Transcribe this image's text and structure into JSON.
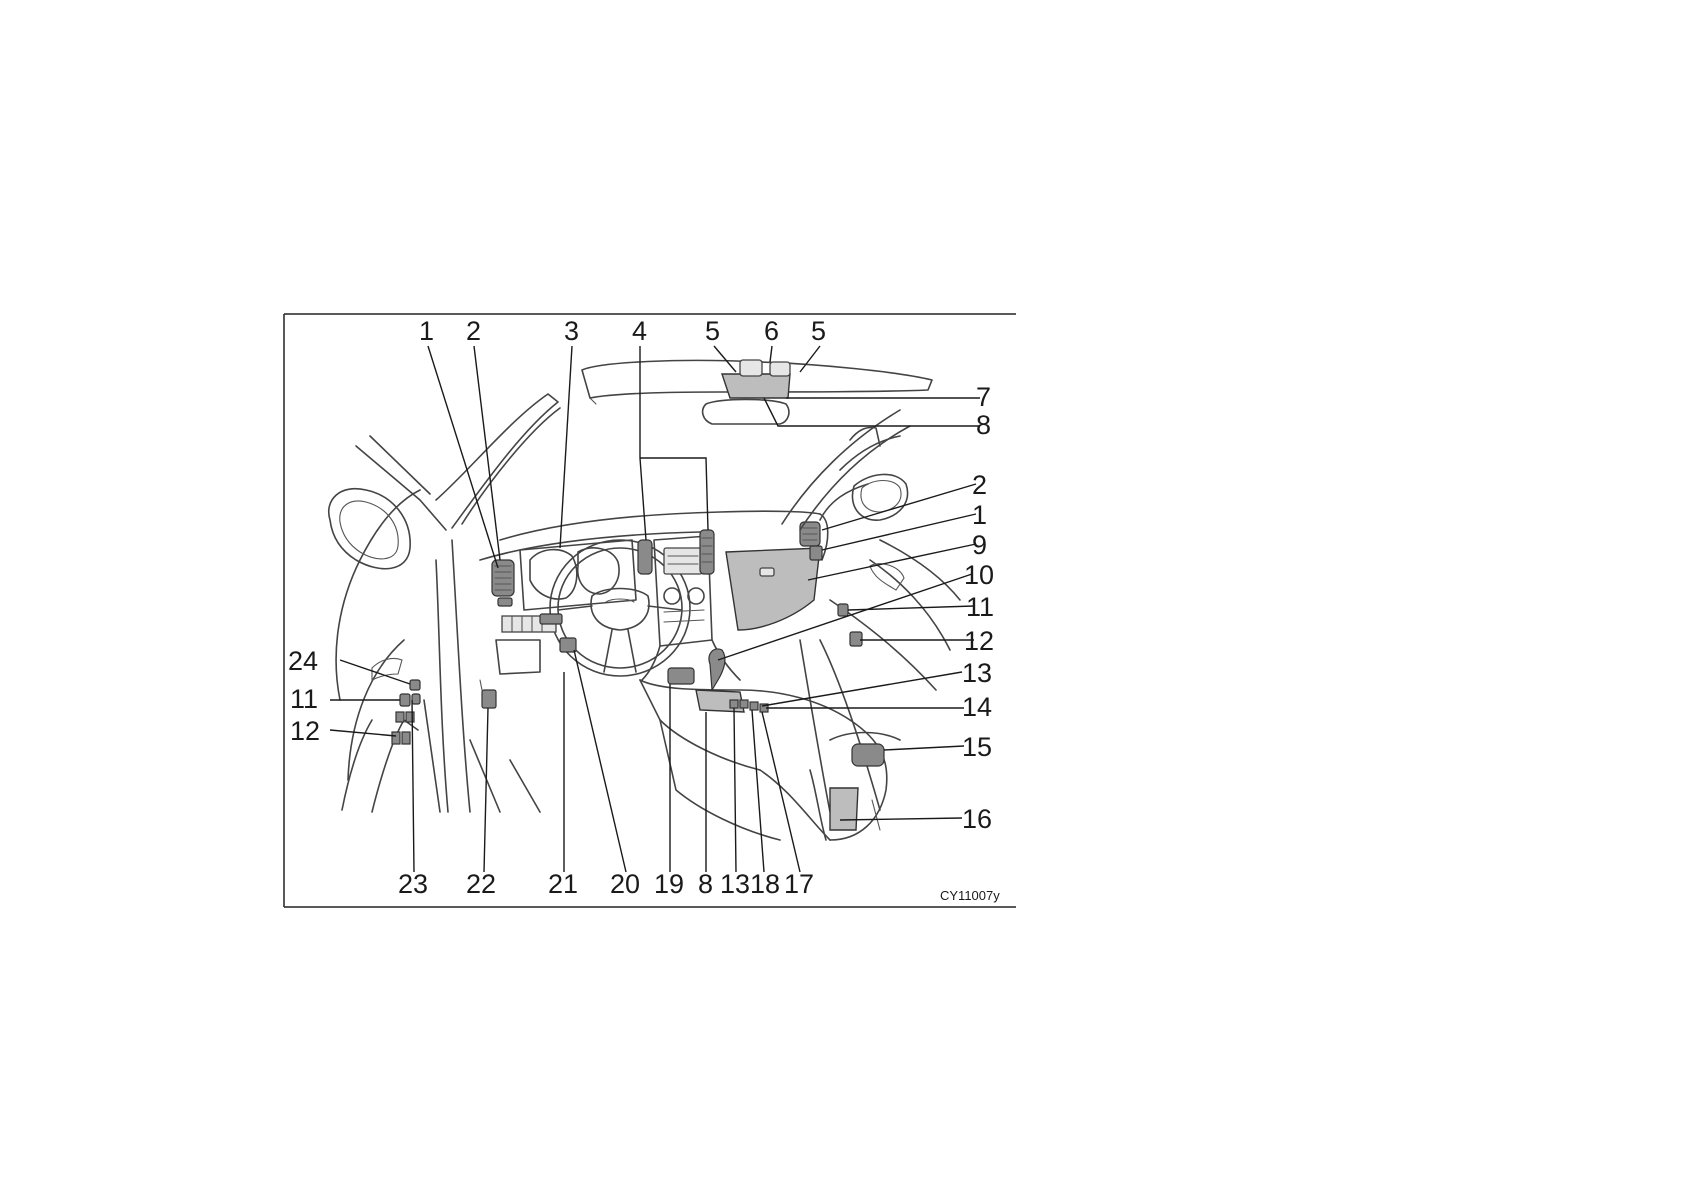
{
  "figure": {
    "code": "CY11007y",
    "callouts": [
      {
        "id": "c1-top",
        "text": "1"
      },
      {
        "id": "c2-top",
        "text": "2"
      },
      {
        "id": "c3",
        "text": "3"
      },
      {
        "id": "c4",
        "text": "4"
      },
      {
        "id": "c5-left",
        "text": "5"
      },
      {
        "id": "c6",
        "text": "6"
      },
      {
        "id": "c5-right",
        "text": "5"
      },
      {
        "id": "c7",
        "text": "7"
      },
      {
        "id": "c8-right",
        "text": "8"
      },
      {
        "id": "c2-right",
        "text": "2"
      },
      {
        "id": "c1-right",
        "text": "1"
      },
      {
        "id": "c9",
        "text": "9"
      },
      {
        "id": "c10",
        "text": "10"
      },
      {
        "id": "c11-right",
        "text": "11"
      },
      {
        "id": "c12-right",
        "text": "12"
      },
      {
        "id": "c13-right",
        "text": "13"
      },
      {
        "id": "c14",
        "text": "14"
      },
      {
        "id": "c15",
        "text": "15"
      },
      {
        "id": "c16",
        "text": "16"
      },
      {
        "id": "c24",
        "text": "24"
      },
      {
        "id": "c11-left",
        "text": "11"
      },
      {
        "id": "c12-left",
        "text": "12"
      },
      {
        "id": "c23",
        "text": "23"
      },
      {
        "id": "c22",
        "text": "22"
      },
      {
        "id": "c21",
        "text": "21"
      },
      {
        "id": "c20",
        "text": "20"
      },
      {
        "id": "c19",
        "text": "19"
      },
      {
        "id": "c8-bottom",
        "text": "8"
      },
      {
        "id": "c13-bottom",
        "text": "13"
      },
      {
        "id": "c18",
        "text": "18"
      },
      {
        "id": "c17",
        "text": "17"
      }
    ]
  }
}
